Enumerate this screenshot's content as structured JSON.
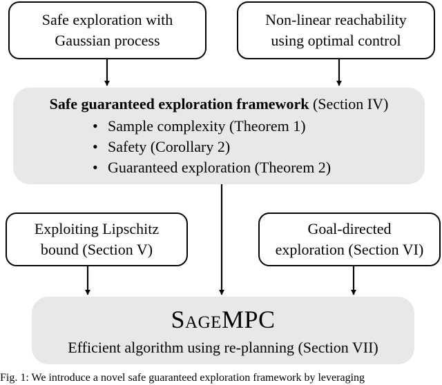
{
  "boxes": {
    "safe_gp": [
      "Safe exploration with",
      "Gaussian process"
    ],
    "reachability": [
      "Non-linear reachability",
      "using optimal control"
    ],
    "framework": {
      "title_bold": "Safe guaranteed exploration framework",
      "title_rest": " (Section IV)",
      "bullets": [
        "Sample complexity (Theorem 1)",
        "Safety (Corollary 2)",
        "Guaranteed exploration (Theorem 2)"
      ]
    },
    "lipschitz": [
      "Exploiting Lipschitz",
      "bound (Section V)"
    ],
    "goal": [
      "Goal-directed",
      "exploration (Section VI)"
    ],
    "sagempc": {
      "title_first": "S",
      "title_smallcaps": "age",
      "title_last": "MPC",
      "subtitle": "Efficient algorithm using re-planning (Section VII)"
    }
  },
  "caption": "Fig. 1: We introduce a novel safe guaranteed exploration framework by leveraging"
}
